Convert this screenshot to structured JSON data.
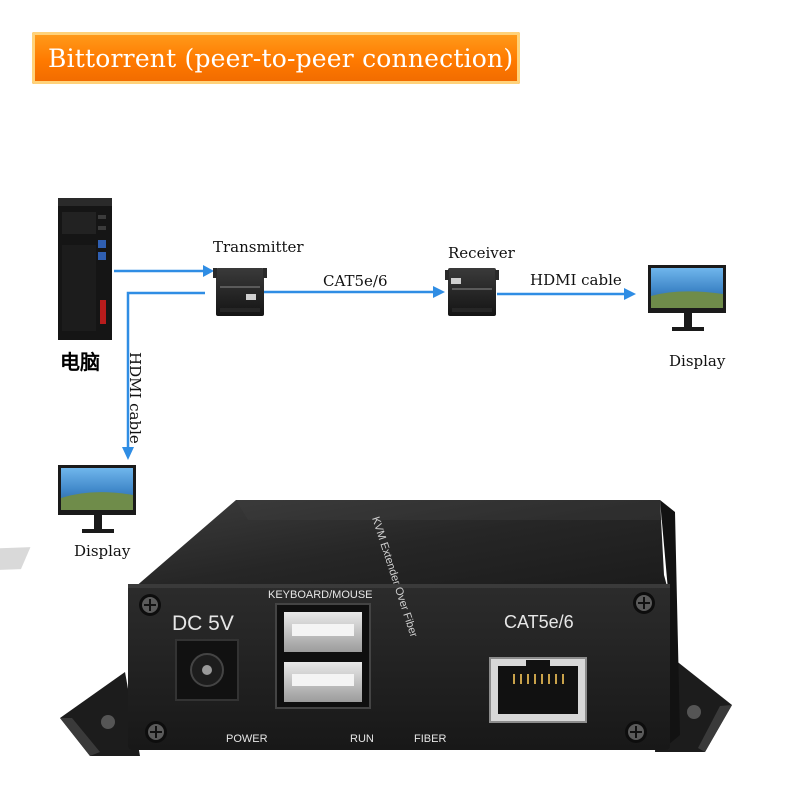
{
  "banner": {
    "title": "Bittorrent (peer-to-peer connection)"
  },
  "diagram": {
    "pc_label": "电脑",
    "transmitter_label": "Transmitter",
    "receiver_label": "Receiver",
    "cat_label": "CAT5e/6",
    "hdmi_right_label": "HDMI cable",
    "hdmi_down_label": "HDMI cable",
    "display_right_label": "Display",
    "display_left_label": "Display"
  },
  "device": {
    "dc_label": "DC 5V",
    "usb_label": "KEYBOARD/MOUSE",
    "rj45_label": "CAT5e/6",
    "power_label": "POWER",
    "run_label": "RUN",
    "fiber_label": "FIBER",
    "top_label": "KVM Extender Over Fiber"
  },
  "colors": {
    "arrow": "#2f8de4",
    "banner": "#ff8200",
    "device_body": "#1e1e1e"
  }
}
